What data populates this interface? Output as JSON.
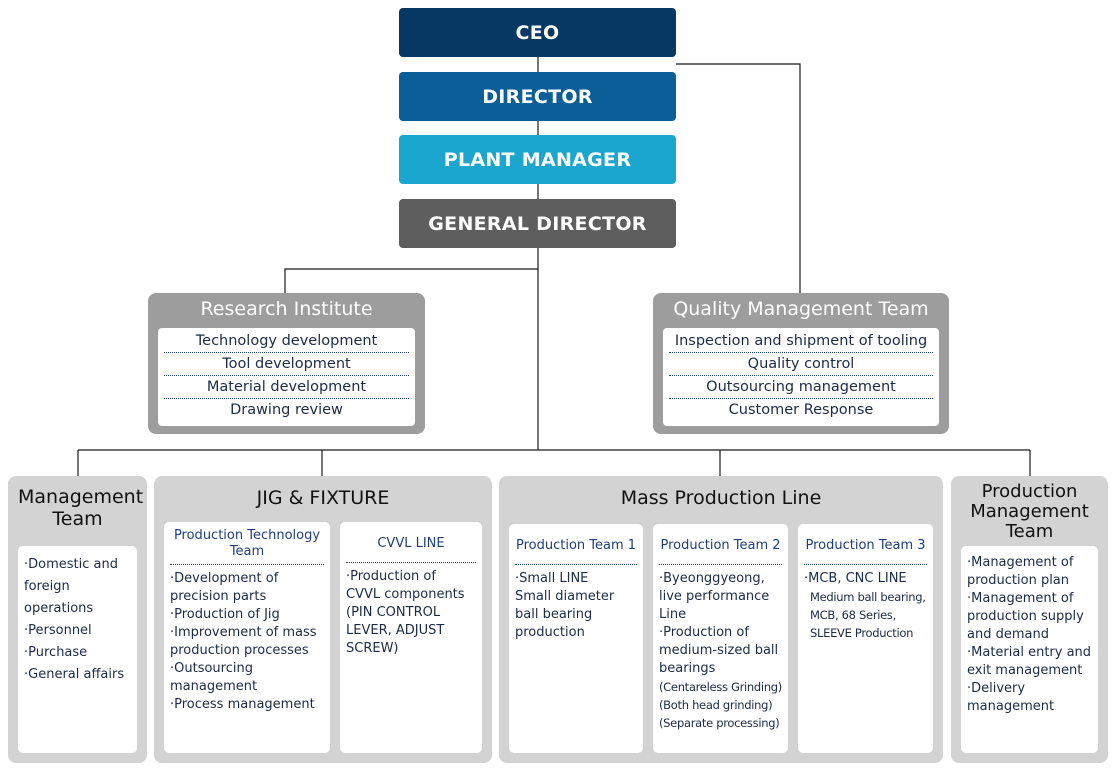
{
  "executives": {
    "ceo": "CEO",
    "director": "DIRECTOR",
    "plant_manager": "PLANT MANAGER",
    "general_director": "GENERAL DIRECTOR"
  },
  "colors": {
    "ceo": "#073763",
    "director": "#0b5f99",
    "plant_manager": "#1ba6cf",
    "general_director": "#5e5e5e",
    "panel_dark": "#9d9d9d",
    "panel_light": "#d3d3d3",
    "text_navy": "#1d2b46"
  },
  "research_institute": {
    "title": "Research Institute",
    "items": [
      "Technology development",
      "Tool development",
      "Material development",
      "Drawing review"
    ]
  },
  "quality_management": {
    "title": "Quality Management Team",
    "items": [
      "Inspection and shipment of tooling",
      "Quality control",
      "Outsourcing management",
      "Customer Response"
    ]
  },
  "management_team": {
    "title": "Management Team",
    "items": [
      "·Domestic and\n  foreign\n  operations",
      "·Personnel",
      "·Purchase",
      "·General affairs"
    ]
  },
  "jig_fixture": {
    "title": "JIG & FIXTURE",
    "production_technology": {
      "title": "Production Technology Team",
      "items": [
        "·Development of\n  precision parts",
        "·Production of Jig",
        "·Improvement of mass\n  production processes",
        "·Outsourcing\n  management",
        "·Process management"
      ]
    },
    "cvvl_line": {
      "title": "CVVL LINE",
      "items": [
        "·Production of\n  CVVL components\n  (PIN CONTROL\n   LEVER, ADJUST\n   SCREW)"
      ]
    }
  },
  "mass_production": {
    "title": "Mass Production Line",
    "team1": {
      "title": "Production Team 1",
      "items": [
        "·Small LINE\n  Small diameter\n  ball bearing\n  production"
      ]
    },
    "team2": {
      "title": "Production Team 2",
      "items": [
        "·Byeonggyeong,\n  live performance\n  Line",
        "·Production of\n  medium-sized ball\n  bearings"
      ],
      "small_items": [
        "(Centareless Grinding)",
        "(Both head grinding)",
        "(Separate processing)"
      ]
    },
    "team3": {
      "title": "Production Team 3",
      "items": [
        "·MCB, CNC LINE"
      ],
      "small_items": [
        "Medium ball bearing,\nMCB, 68 Series,\nSLEEVE Production"
      ]
    }
  },
  "production_management": {
    "title": "Production Management Team",
    "items": [
      "·Management of\n  production plan",
      "·Management of\n  production supply\n  and demand",
      "·Material entry and\n  exit management",
      "·Delivery\n  management"
    ]
  }
}
